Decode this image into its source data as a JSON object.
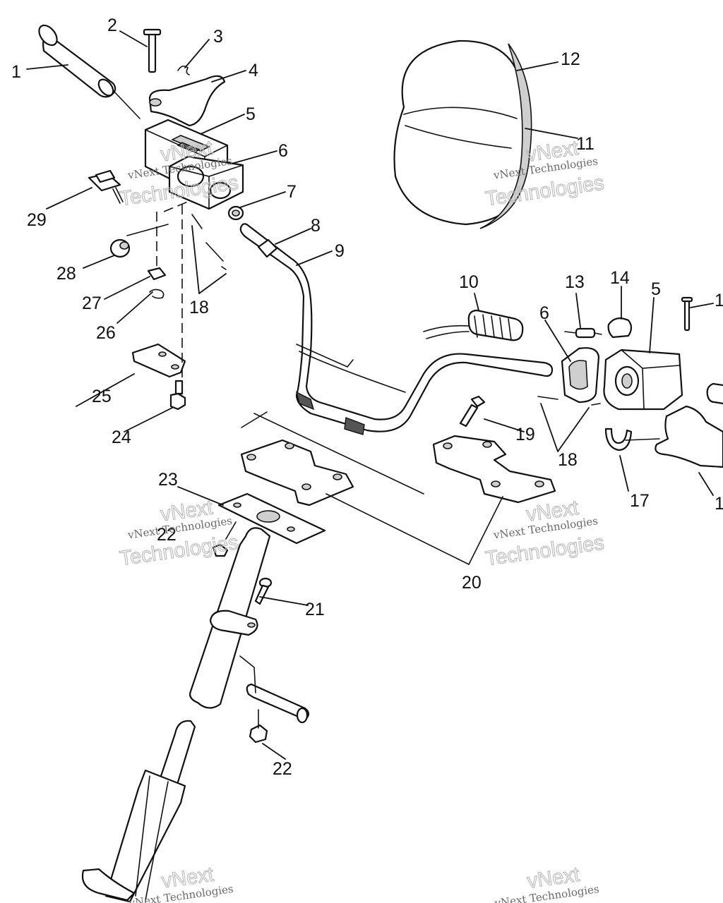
{
  "callouts": [
    "1",
    "2",
    "3",
    "4",
    "5",
    "6",
    "7",
    "8",
    "9",
    "10",
    "11",
    "12",
    "13",
    "14",
    "5",
    "1",
    "6",
    "18",
    "17",
    "1",
    "19",
    "18",
    "20",
    "21",
    "22",
    "22",
    "23",
    "24",
    "25",
    "26",
    "27",
    "28",
    "29"
  ],
  "watermark": {
    "line1": "vNext Technologies",
    "line2a": "vNext",
    "line2b": "Technologies"
  },
  "colors": {
    "ink": "#111111",
    "watermark": "#b9b9b9"
  }
}
